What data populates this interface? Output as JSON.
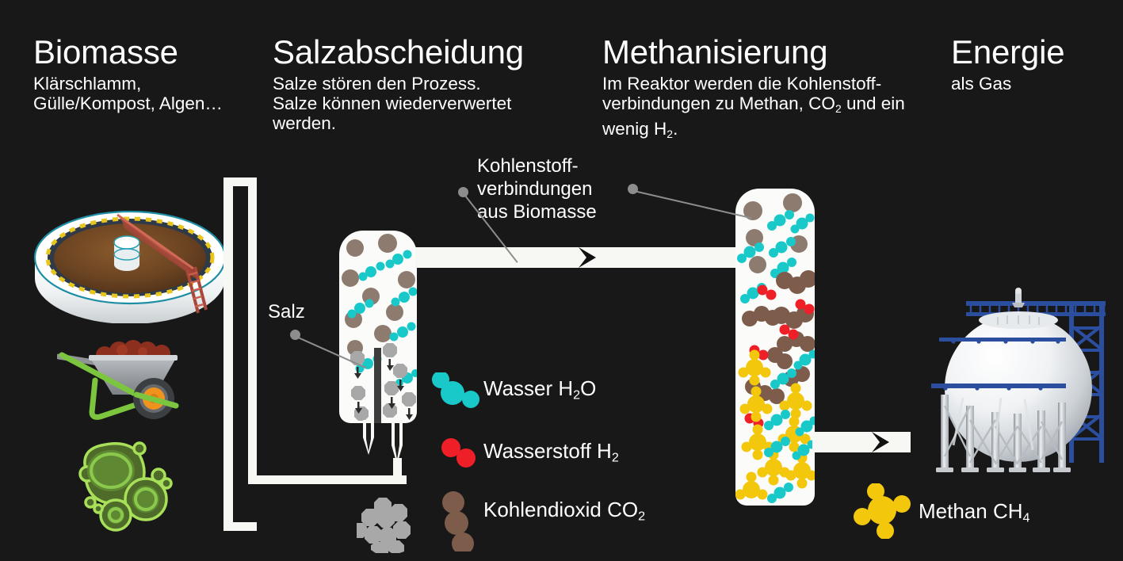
{
  "background_color": "#181818",
  "columns": [
    {
      "title": "Biomasse",
      "subtitle": "Klärschlamm,\nGülle/Kompost, Algen…"
    },
    {
      "title": "Salzabscheidung",
      "subtitle": "Salze stören den Prozess.\nSalze können wiederverwertet\nwerden."
    },
    {
      "title": "Methanisierung",
      "subtitle_part1": "Im Reaktor werden die Kohlenstoff-\nverbindungen zu Methan, CO",
      "subtitle_sub1": "2",
      "subtitle_part2": " und ein\nwenig H",
      "subtitle_sub2": "2",
      "subtitle_part3": "."
    },
    {
      "title": "Energie",
      "subtitle": "als Gas"
    }
  ],
  "callouts": {
    "carbon": "Kohlenstoff-\nverbindungen\naus Biomasse",
    "salt": "Salz"
  },
  "legend": {
    "water": {
      "name": "Wasser H",
      "sub": "2",
      "tail": "O",
      "color": "#19c9c9"
    },
    "hydrogen": {
      "name": "Wasserstoff H",
      "sub": "2",
      "tail": "",
      "color": "#ef1f28"
    },
    "co2": {
      "name": "Kohlendioxid CO",
      "sub": "2",
      "tail": "",
      "color": "#7d5c4c"
    },
    "methane": {
      "name": "Methan CH",
      "sub": "4",
      "tail": "",
      "color": "#f2c70c"
    }
  },
  "palette": {
    "carbon_particle": "#8e7b6f",
    "salt_crystal": "#a8a8a8",
    "pipe": "#f7f7f4",
    "tower_body": "#fbfbf9",
    "sphere_rail": "#2b4f9e",
    "algae_green": "#7ec242",
    "compost_red": "#8c2f1e",
    "wheelbarrow_frame": "#7cc63f",
    "sludge_brown": "#6b4422"
  },
  "icons": {
    "clarifier": "clarifier-tank-icon",
    "wheelbarrow": "wheelbarrow-compost-icon",
    "algae": "algae-cells-icon",
    "gas_sphere": "spherical-gas-holder-icon",
    "salt_pile": "salt-pile-icon",
    "flow_arrow": "flow-arrow-icon"
  }
}
